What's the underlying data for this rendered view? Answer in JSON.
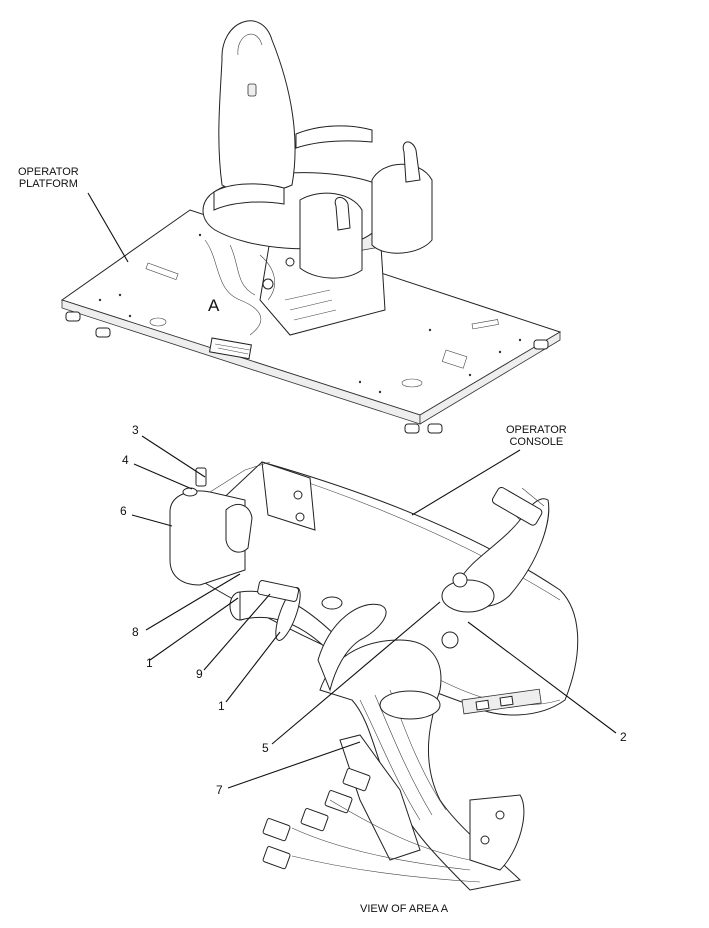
{
  "labels": {
    "operator_platform": "OPERATOR\nPLATFORM",
    "area_a": "A",
    "operator_console": "OPERATOR\nCONSOLE",
    "callout_1a": "1",
    "callout_1b": "1",
    "callout_2": "2",
    "callout_3": "3",
    "callout_4": "4",
    "callout_5": "5",
    "callout_6": "6",
    "callout_7": "7",
    "callout_8": "8",
    "callout_9": "9",
    "view_caption": "VIEW OF AREA A"
  },
  "colors": {
    "line": "#111111",
    "background": "#ffffff"
  }
}
